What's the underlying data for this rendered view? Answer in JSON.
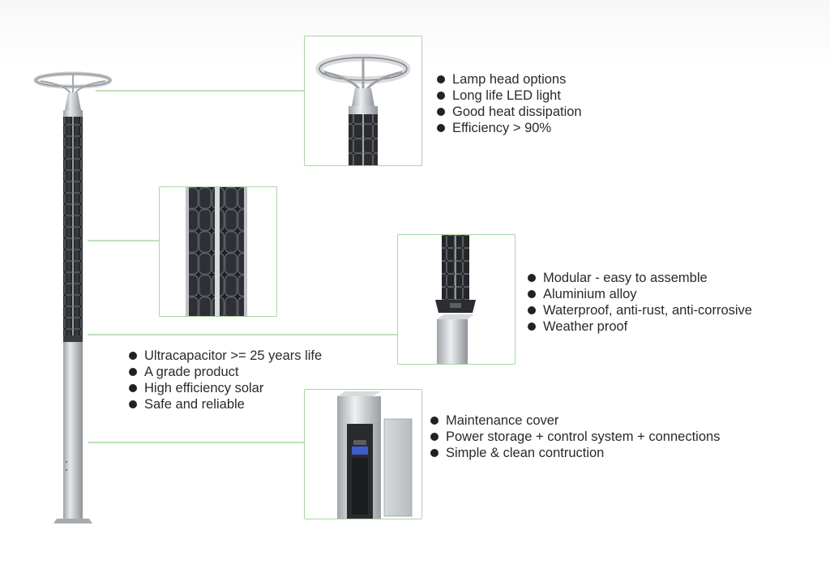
{
  "features": {
    "lamp_head": [
      "Lamp head options",
      "Long life LED light",
      "Good heat dissipation",
      "Efficiency > 90%"
    ],
    "solar_panel": [
      "Ultracapacitor >= 25 years life",
      "A grade product",
      "High efficiency solar",
      "Safe and reliable"
    ],
    "modular": [
      "Modular - easy to assemble",
      "Aluminium alloy",
      "Waterproof, anti-rust, anti-corrosive",
      "Weather proof"
    ],
    "maintenance": [
      "Maintenance cover",
      "Power storage + control system + connections",
      "Simple & clean contruction"
    ]
  },
  "colors": {
    "callout_border": "#a9d6a3",
    "leader_line": "#a9d6a3",
    "bullet": "#222222",
    "text": "#2a2a2a"
  },
  "icons": {
    "bullet": "filled-circle"
  }
}
